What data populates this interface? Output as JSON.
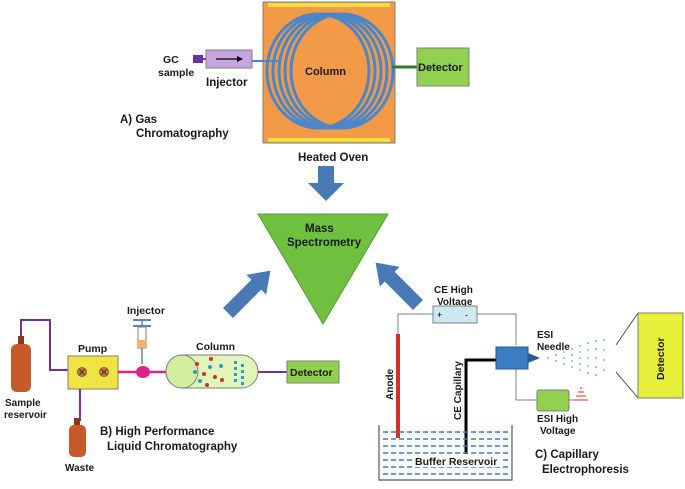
{
  "colors": {
    "oven": "#f39a48",
    "oven_heater": "#f2e03a",
    "gc_column_coil": "#4a86c8",
    "injector_box": "#c7a5e0",
    "detector_green": "#92d050",
    "detector_yellow": "#e6ef3a",
    "mass_spec": "#70c040",
    "arrows": "#4a7ab5",
    "tubing_purple": "#7030a0",
    "tubing_pink": "#e0218a",
    "reservoir_bottle": "#c65a2a",
    "pump_box": "#f0e442",
    "hplc_column": "#e2f5b8",
    "ce_power_supply": "#cde8f2",
    "esi_sprayer": "#3b7dc4",
    "anode_red": "#d0312d",
    "buffer_water": "#3b7dc4"
  },
  "gas_chromatography": {
    "sample_label_line1": "GC",
    "sample_label_line2": "sample",
    "injector_label": "Injector",
    "column_label": "Column",
    "detector_label": "Detector",
    "oven_label": "Heated Oven",
    "section_label_line1": "A) Gas",
    "section_label_line2": "Chromatography"
  },
  "mass_spectrometry": {
    "label_line1": "Mass",
    "label_line2": "Spectrometry"
  },
  "hplc": {
    "sample_label_line1": "Sample",
    "sample_label_line2": "reservoir",
    "pump_label": "Pump",
    "injector_label": "Injector",
    "column_label": "Column",
    "detector_label": "Detector",
    "waste_label": "Waste",
    "section_label_line1": "B) High Performance",
    "section_label_line2": "Liquid Chromatography"
  },
  "capillary_electrophoresis": {
    "ce_voltage_line1": "CE High",
    "ce_voltage_line2": "Voltage",
    "plus_sign": "+",
    "minus_sign": "-",
    "esi_needle_line1": "ESI",
    "esi_needle_line2": "Needle",
    "anode_label": "Anode",
    "capillary_label": "CE Capillary",
    "esi_voltage_line1": "ESI High",
    "esi_voltage_line2": "Voltage",
    "buffer_label": "Buffer Reservoir",
    "detector_label": "Detector",
    "section_label_line1": "C) Capillary",
    "section_label_line2": "Electrophoresis"
  }
}
